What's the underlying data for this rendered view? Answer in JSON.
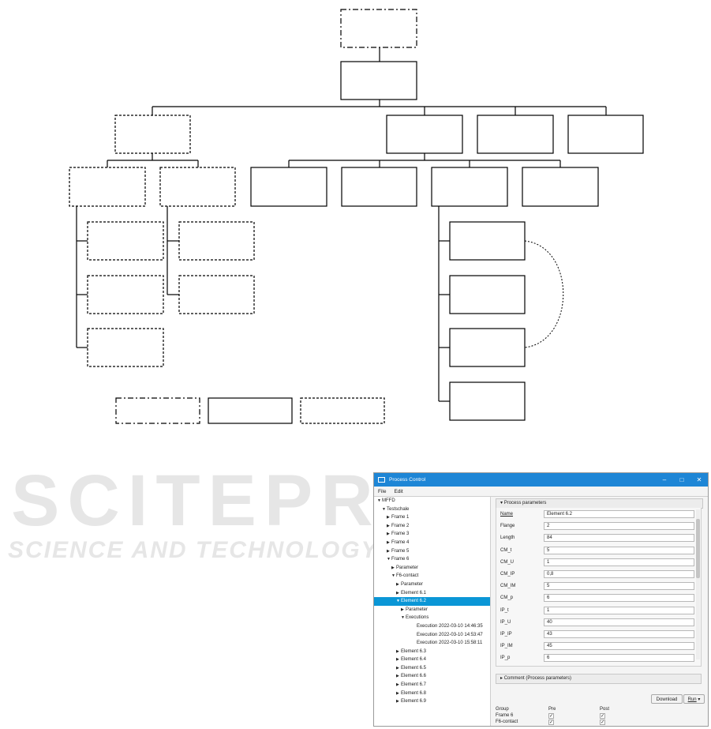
{
  "watermark": {
    "primary": "SCITEPRESS",
    "secondary": "SCIENCE AND TECHNOLOGY PUBLICATIONS"
  },
  "window": {
    "title": "Process Control",
    "controls": [
      "–",
      "□",
      "✕"
    ]
  },
  "menu": [
    "File",
    "Edit"
  ],
  "tree": [
    {
      "label": "MFFD",
      "arrow": "down",
      "depth": 0
    },
    {
      "label": "Testschale",
      "arrow": "down",
      "depth": 1
    },
    {
      "label": "Frame 1",
      "arrow": "right",
      "depth": 2
    },
    {
      "label": "Frame 2",
      "arrow": "right",
      "depth": 2
    },
    {
      "label": "Frame 3",
      "arrow": "right",
      "depth": 2
    },
    {
      "label": "Frame 4",
      "arrow": "right",
      "depth": 2
    },
    {
      "label": "Frame 5",
      "arrow": "right",
      "depth": 2
    },
    {
      "label": "Frame 6",
      "arrow": "down",
      "depth": 2
    },
    {
      "label": "Parameter",
      "arrow": "right",
      "depth": 3
    },
    {
      "label": "F6-contact",
      "arrow": "down",
      "depth": 3
    },
    {
      "label": "Parameter",
      "arrow": "right",
      "depth": 4
    },
    {
      "label": "Element 6.1",
      "arrow": "right",
      "depth": 4
    },
    {
      "label": "Element 6.2",
      "arrow": "down",
      "depth": 4,
      "selected": true
    },
    {
      "label": "Parameter",
      "arrow": "right",
      "depth": 5
    },
    {
      "label": "Executions",
      "arrow": "down",
      "depth": 5
    },
    {
      "label": "Execution 2022-03-10 14:46:35",
      "arrow": "none",
      "depth": 6
    },
    {
      "label": "Execution 2022-03-10 14:53:47",
      "arrow": "none",
      "depth": 6
    },
    {
      "label": "Execution 2022-03-10 15:58:11",
      "arrow": "none",
      "depth": 6
    },
    {
      "label": "Element 6.3",
      "arrow": "right",
      "depth": 4
    },
    {
      "label": "Element 6.4",
      "arrow": "right",
      "depth": 4
    },
    {
      "label": "Element 6.5",
      "arrow": "right",
      "depth": 4
    },
    {
      "label": "Element 6.6",
      "arrow": "right",
      "depth": 4
    },
    {
      "label": "Element 6.7",
      "arrow": "right",
      "depth": 4
    },
    {
      "label": "Element 6.8",
      "arrow": "right",
      "depth": 4
    },
    {
      "label": "Element 6.9",
      "arrow": "right",
      "depth": 4
    }
  ],
  "process_parameters": {
    "header": "Process parameters",
    "rows": [
      {
        "label": "Name",
        "value": "Element 6.2"
      },
      {
        "label": "Flange",
        "value": "2"
      },
      {
        "label": "Length",
        "value": "84"
      },
      {
        "label": "CM_t",
        "value": "5"
      },
      {
        "label": "CM_U",
        "value": "1"
      },
      {
        "label": "CM_IP",
        "value": "0,8"
      },
      {
        "label": "CM_IM",
        "value": "5"
      },
      {
        "label": "CM_p",
        "value": "6"
      },
      {
        "label": "IP_t",
        "value": "1"
      },
      {
        "label": "IP_U",
        "value": "40"
      },
      {
        "label": "IP_IP",
        "value": "43"
      },
      {
        "label": "IP_IM",
        "value": "45"
      },
      {
        "label": "IP_p",
        "value": "6"
      }
    ]
  },
  "comment_header": "Comment (Process parameters)",
  "bottom": {
    "group_header": "Group",
    "pre_header": "Pre",
    "post_header": "Post",
    "download_label": "Download",
    "run_label": "Run",
    "run_arrow": "▾",
    "groups": [
      {
        "name": "Frame 6",
        "pre": "✓",
        "post": "✓"
      },
      {
        "name": "F6-contact",
        "pre": "✓",
        "post": "✓"
      }
    ]
  }
}
